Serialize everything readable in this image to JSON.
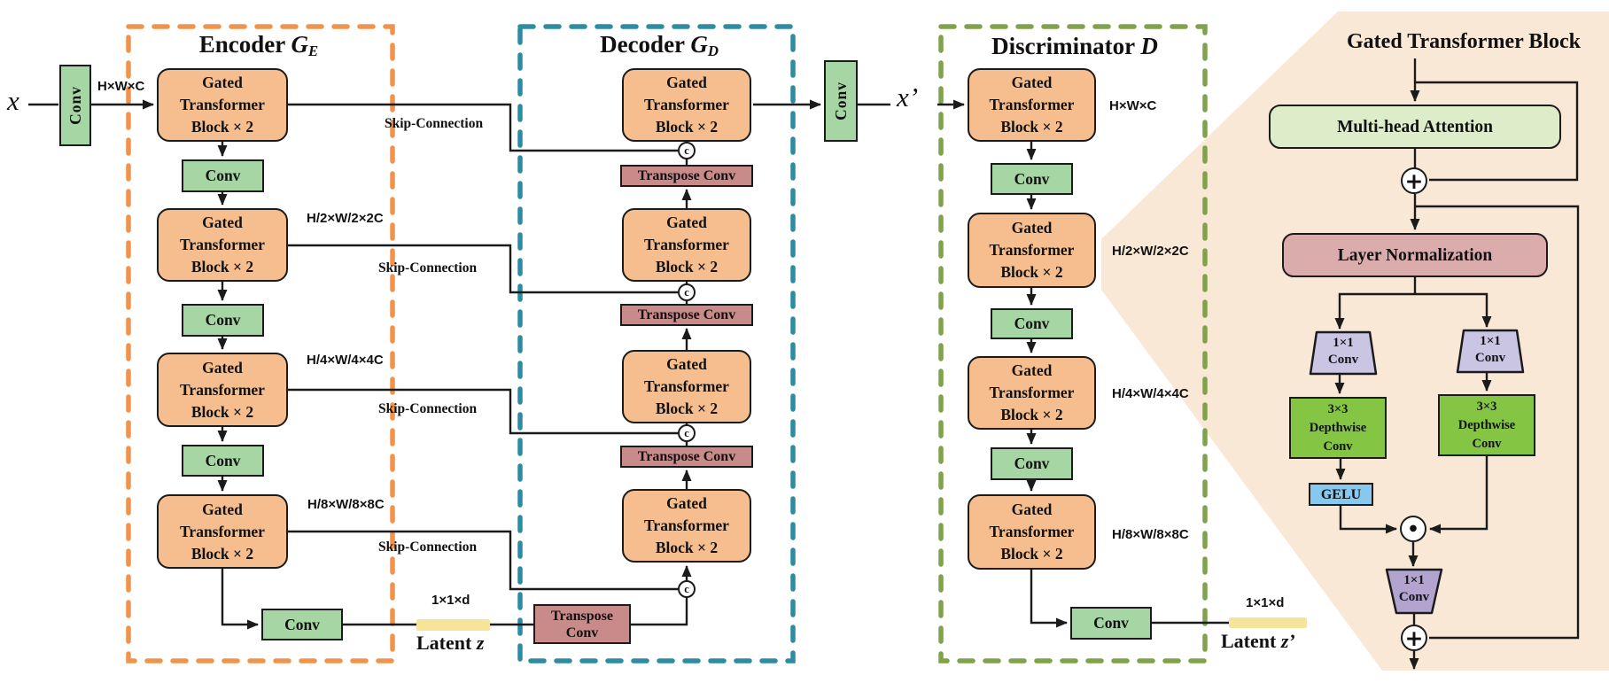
{
  "titles": {
    "encoder": {
      "word": "Encoder ",
      "var": "G",
      "sub": "E"
    },
    "decoder": {
      "word": "Decoder ",
      "var": "G",
      "sub": "D"
    },
    "discriminator": {
      "word": "Discriminator ",
      "var": "D",
      "sub": ""
    },
    "gtb_detail": "Gated Transformer Block"
  },
  "io": {
    "input": "x",
    "output": "x’"
  },
  "blocks": {
    "gtb": "Gated\nTransformer\nBlock × 2",
    "conv": "Conv",
    "transpose_conv": "Transpose Conv",
    "transpose_conv_wrap": "Transpose\nConv",
    "mha": "Multi-head Attention",
    "layer_norm": "Layer Normalization",
    "conv_1x1": "1×1\nConv",
    "dw_conv": "3×3\nDepthwise\nConv",
    "gelu": "GELU"
  },
  "annotations": {
    "skip": "Skip-Connection",
    "dim1": "H×W×C",
    "dim2": "H/2×W/2×2C",
    "dim3": "H/4×W/4×4C",
    "dim4": "H/8×W/8×8C",
    "latent_dim": "1×1×d",
    "latent": {
      "word": "Latent ",
      "var": "z"
    },
    "latent_prime": {
      "word": "Latent ",
      "var": "z’"
    }
  },
  "ops": {
    "concat": "c",
    "add": "+",
    "multiply": "●"
  },
  "colors": {
    "gtb_fill": "#F6BE8E",
    "conv_fill": "#A5D6A3",
    "transpose_fill": "#C98A8A",
    "mha_fill": "#DDEDC9",
    "layer_norm_fill": "#DBACAC",
    "conv1x1_fill": "#C9C5E3",
    "conv1x1_out_fill": "#B2A4CE",
    "dw_conv_fill": "#85C544",
    "gelu_fill": "#87C8EF",
    "latent_bar_fill": "#F7E49B",
    "detail_panel_fill": "#FAE8D7",
    "encoder_border": "#F0944D",
    "decoder_border": "#2E8CA2",
    "discriminator_border": "#80A24B"
  }
}
